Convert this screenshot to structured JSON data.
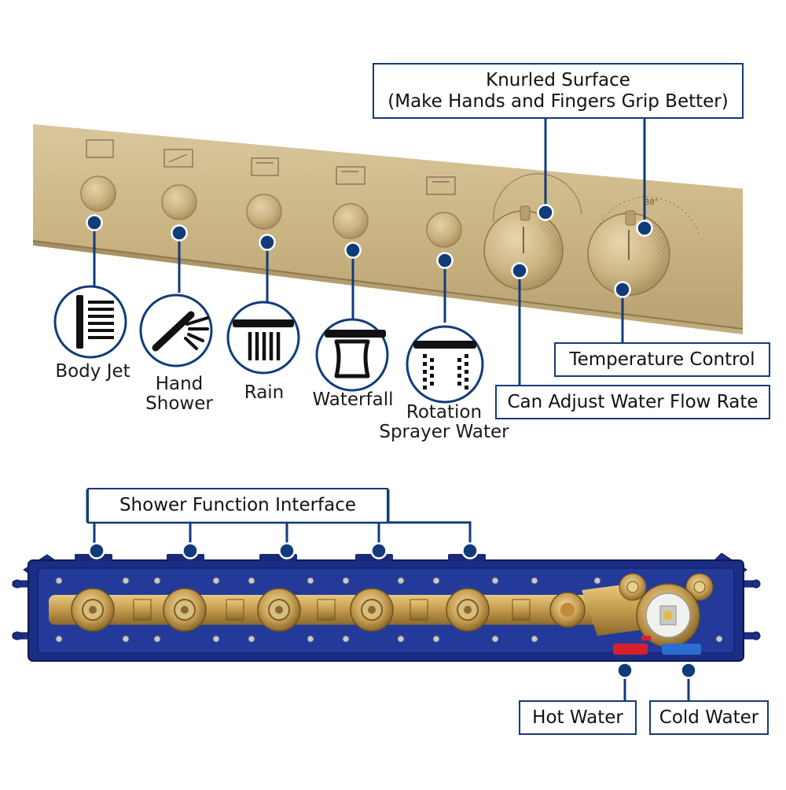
{
  "callouts": {
    "knurled_title": "Knurled Surface",
    "knurled_sub": "(Make Hands and Fingers Grip Better)",
    "temperature": "Temperature Control",
    "flow": "Can Adjust Water Flow Rate",
    "interface": "Shower Function Interface",
    "hot": "Hot Water",
    "cold": "Cold Water"
  },
  "functions": [
    {
      "line1": "Body Jet",
      "line2": ""
    },
    {
      "line1": "Hand",
      "line2": "Shower"
    },
    {
      "line1": "Rain",
      "line2": ""
    },
    {
      "line1": "Waterfall",
      "line2": ""
    },
    {
      "line1": "Rotation",
      "line2": "Sprayer Water"
    }
  ],
  "dial_marking": "38°",
  "colors": {
    "accent": "#123b7a",
    "panel": "#cdb888",
    "knob": "#c4ad7c",
    "housing": "#1c2f86",
    "brass": "#c9a45c",
    "hot": "#d8202c",
    "cold": "#2a6ed2"
  }
}
